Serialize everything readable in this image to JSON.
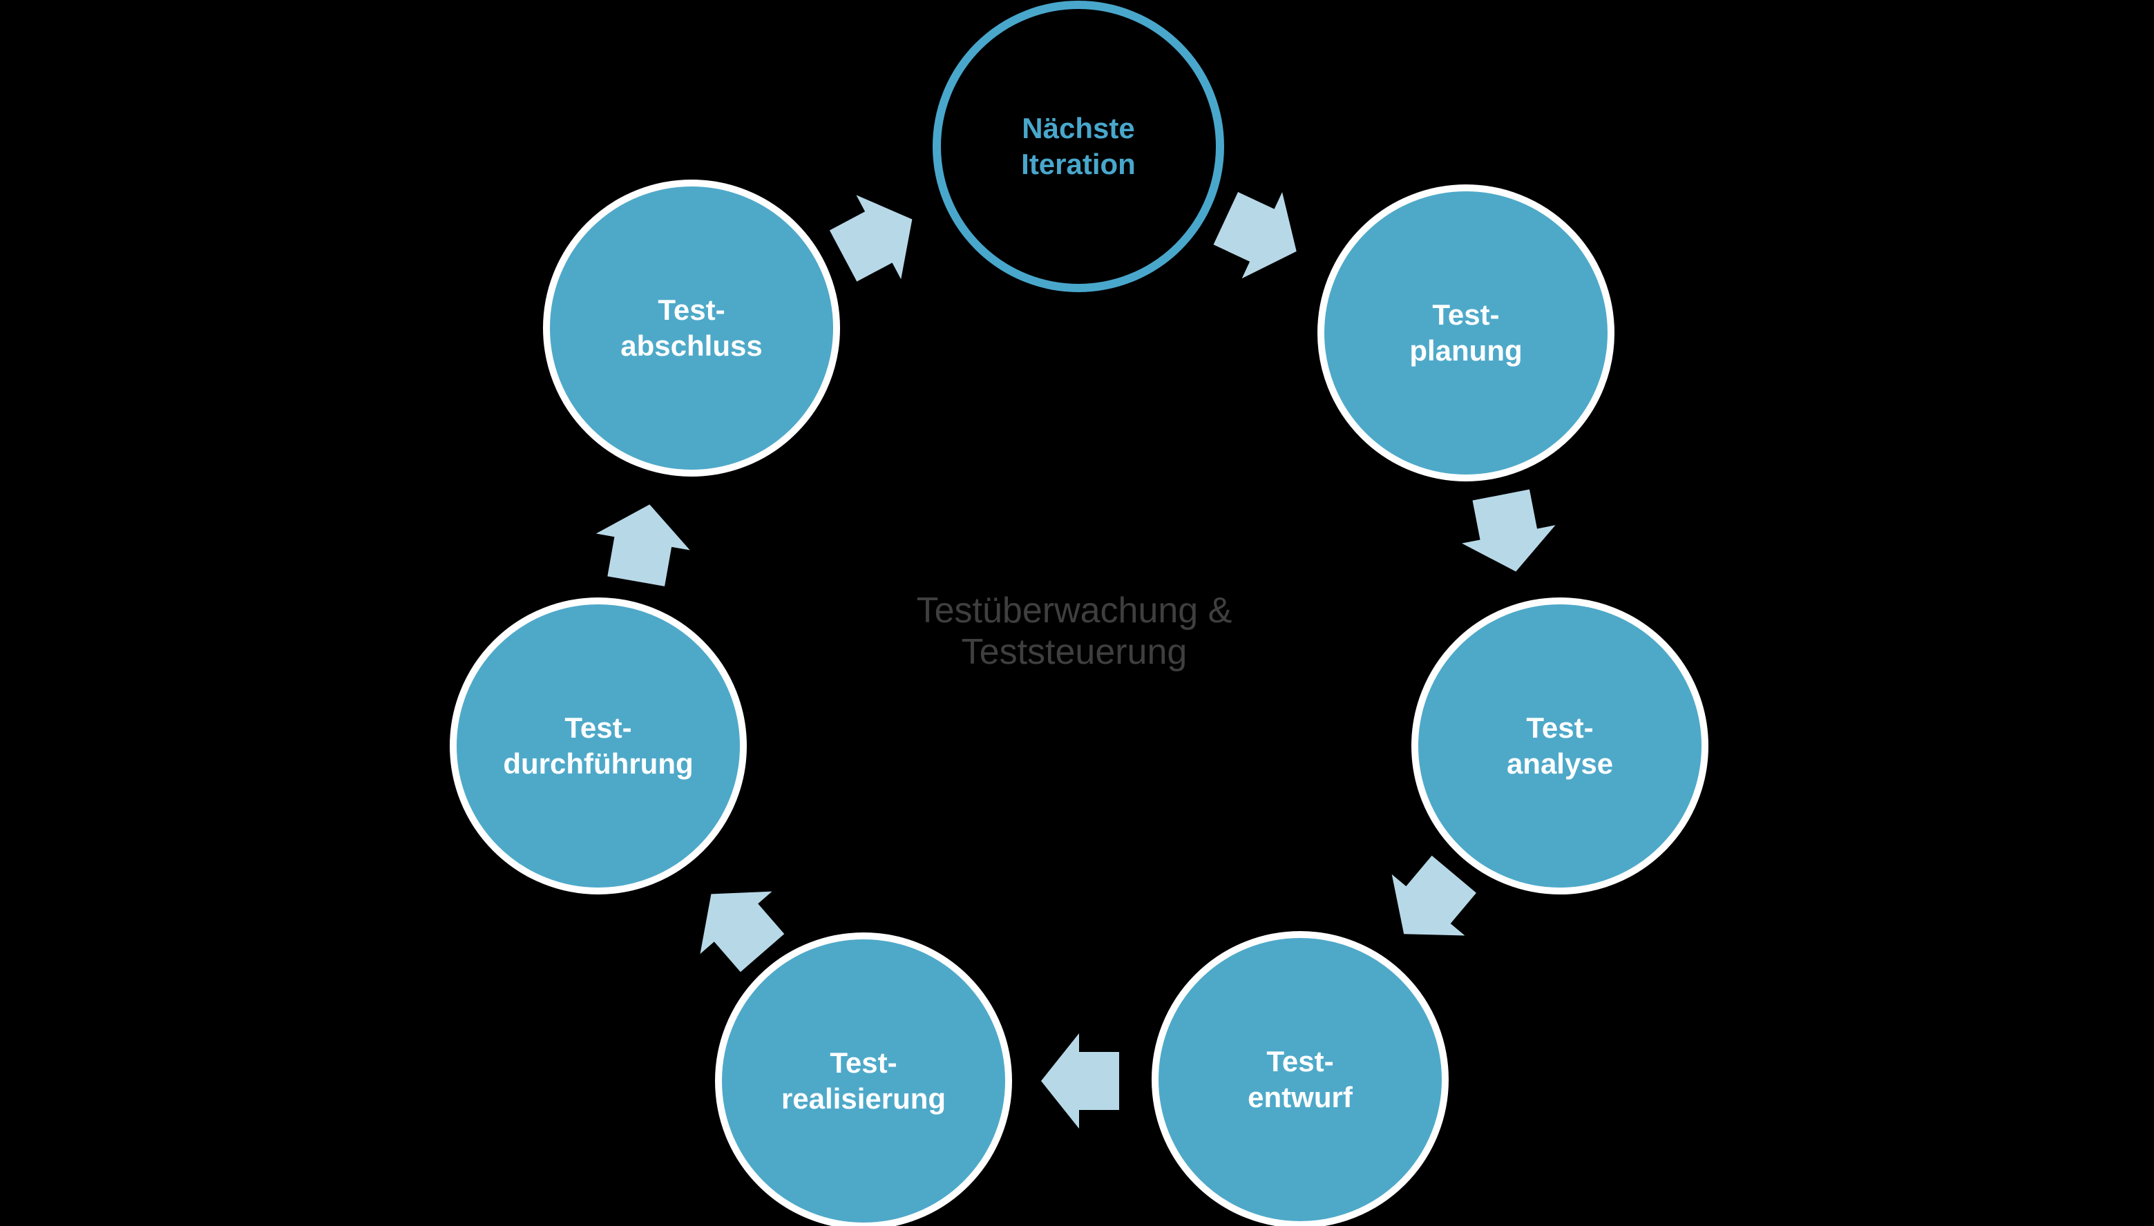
{
  "center_label": {
    "line1": "Testüberwachung &",
    "line2": "Teststeuerung"
  },
  "nodes": [
    {
      "id": "naechste-iteration",
      "style": "outlined",
      "line1": "Nächste",
      "line2": "Iteration"
    },
    {
      "id": "test-planung",
      "style": "filled",
      "line1": "Test-",
      "line2": "planung"
    },
    {
      "id": "test-analyse",
      "style": "filled",
      "line1": "Test-",
      "line2": "analyse"
    },
    {
      "id": "test-entwurf",
      "style": "filled",
      "line1": "Test-",
      "line2": "entwurf"
    },
    {
      "id": "test-realisierung",
      "style": "filled",
      "line1": "Test-",
      "line2": "realisierung"
    },
    {
      "id": "test-durchfuehrung",
      "style": "filled",
      "line1": "Test-",
      "line2": "durchführung"
    },
    {
      "id": "test-abschluss",
      "style": "filled",
      "line1": "Test-",
      "line2": "abschluss"
    }
  ],
  "arrows": [
    {
      "from": "test-abschluss",
      "to": "naechste-iteration"
    },
    {
      "from": "naechste-iteration",
      "to": "test-planung"
    },
    {
      "from": "test-planung",
      "to": "test-analyse"
    },
    {
      "from": "test-analyse",
      "to": "test-entwurf"
    },
    {
      "from": "test-entwurf",
      "to": "test-realisierung"
    },
    {
      "from": "test-realisierung",
      "to": "test-durchfuehrung"
    },
    {
      "from": "test-durchfuehrung",
      "to": "test-abschluss"
    }
  ],
  "colors": {
    "background": "#000000",
    "node_fill": "#4EA9C9",
    "node_border": "#FFFFFF",
    "ring_color": "#49A7CC",
    "arrow_fill": "#B7D8E7",
    "center_text": "#3F3F3F"
  }
}
